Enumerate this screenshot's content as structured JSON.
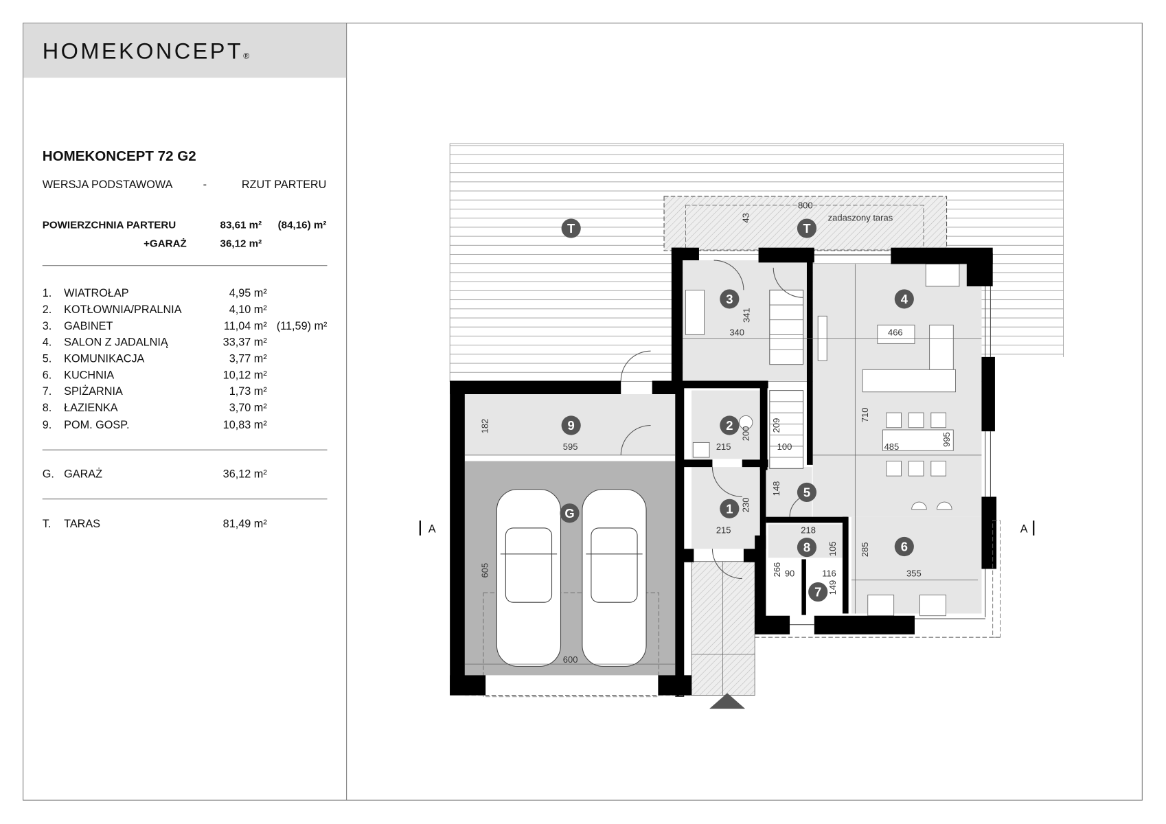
{
  "logo": {
    "text": "HOMEKONCEPT",
    "mark": "®"
  },
  "project": {
    "title": "HOMEKONCEPT 72 G2",
    "version": "WERSJA  PODSTAWOWA",
    "separator": "-",
    "view": "RZUT PARTERU"
  },
  "summary": {
    "ground_label": "POWIERZCHNIA PARTERU",
    "ground_area": "83,61 m²",
    "ground_area_alt": "(84,16) m²",
    "garage_label": "+GARAŻ",
    "garage_area": "36,12 m²"
  },
  "rooms": [
    {
      "no": "1.",
      "name": "WIATROŁAP",
      "area": "4,95 m²"
    },
    {
      "no": "2.",
      "name": "KOTŁOWNIA/PRALNIA",
      "area": "4,10 m²"
    },
    {
      "no": "3.",
      "name": "GABINET",
      "area": "11,04 m²",
      "alt": "(11,59) m²"
    },
    {
      "no": "4.",
      "name": "SALON Z JADALNIĄ",
      "area": "33,37 m²"
    },
    {
      "no": "5.",
      "name": "KOMUNIKACJA",
      "area": "3,77 m²"
    },
    {
      "no": "6.",
      "name": "KUCHNIA",
      "area": "10,12 m²"
    },
    {
      "no": "7.",
      "name": "SPIŻARNIA",
      "area": "1,73 m²"
    },
    {
      "no": "8.",
      "name": "ŁAZIENKA",
      "area": "3,70 m²"
    },
    {
      "no": "9.",
      "name": "POM. GOSP.",
      "area": "10,83 m²"
    }
  ],
  "garage": {
    "no": "G.",
    "name": "GARAŻ",
    "area": "36,12 m²"
  },
  "terrace": {
    "no": "T.",
    "name": "TARAS",
    "area": "81,49 m²"
  },
  "plan": {
    "markers": [
      "T",
      "T",
      "1",
      "2",
      "3",
      "4",
      "5",
      "6",
      "7",
      "8",
      "9",
      "G"
    ],
    "covered_terrace": "zadaszony taras",
    "section_mark": "A",
    "dimensions": [
      "800",
      "43",
      "341",
      "340",
      "466",
      "182",
      "595",
      "215",
      "200",
      "209",
      "100",
      "710",
      "485",
      "995",
      "148",
      "230",
      "215",
      "218",
      "105",
      "285",
      "266",
      "90",
      "116",
      "149",
      "355",
      "605",
      "600"
    ]
  }
}
